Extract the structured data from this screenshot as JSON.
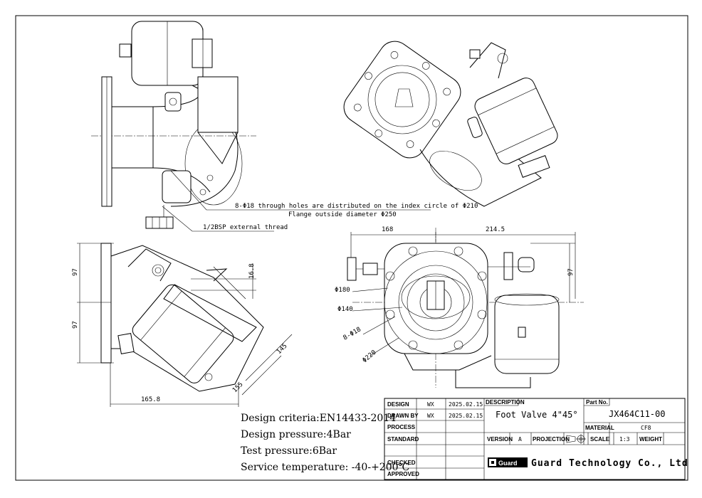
{
  "notes": {
    "holes": "8-Φ18 through holes are distributed on the index circle of Φ210",
    "flange_od": "Flange outside diameter Φ250",
    "thread": "1/2BSP external thread"
  },
  "dims": {
    "side_h1": "97",
    "side_h2": "97",
    "side_16": "16.8",
    "side_145": "145",
    "side_155": "155",
    "side_1658": "165.8",
    "front_168": "168",
    "front_2145": "214.5",
    "front_97": "97",
    "d180": "Φ180",
    "d140": "Φ140",
    "d8": "8-Φ18",
    "d220": "Φ220"
  },
  "specs": {
    "criteria": "Design criteria:EN14433-2014",
    "pressure": "Design pressure:4Bar",
    "test": "Test pressure:6Bar",
    "temp": "Service temperature: -40-+200℃"
  },
  "title_block": {
    "design_label": "DESIGN",
    "design_by": "WX",
    "design_date": "2025.02.15",
    "drawn_label": "DRAWN BY",
    "drawn_by": "WX",
    "drawn_date": "2025.02.15",
    "process_label": "PROCESS",
    "standard_label": "STANDARD",
    "checked_label": "CHECKED",
    "approved_label": "APPROVED",
    "description_label": "DESCRIPTION",
    "description": "Foot Valve 4\"45°",
    "partno_label": "Part No.",
    "partno": "JX464C11-00",
    "material_label": "MATERIAL",
    "material": "CF8",
    "version_label": "VERSION",
    "version": "A",
    "projection_label": "PROJECTION",
    "scale_label": "SCALE",
    "scale": "1:3",
    "weight_label": "WEIGHT",
    "brand": "Guard",
    "company": "Guard Technology Co., Ltd"
  }
}
